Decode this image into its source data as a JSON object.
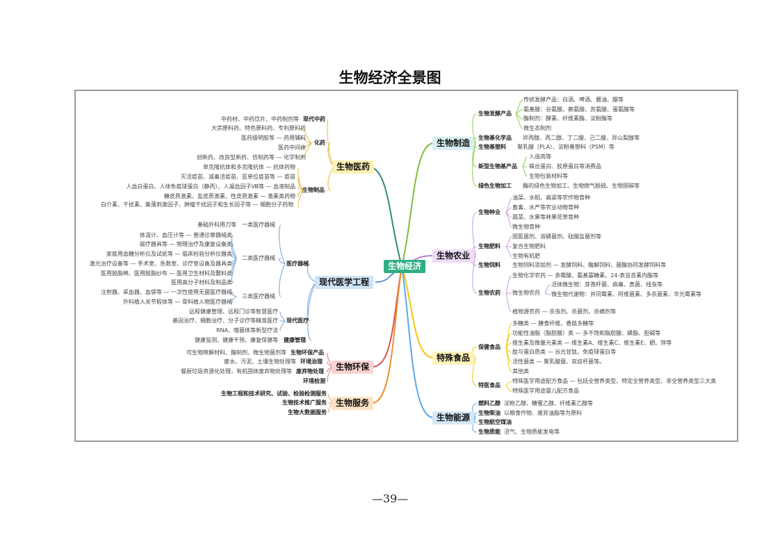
{
  "title": "生物经济全景图",
  "page_number": "—39—",
  "center": "生物经济",
  "branches": {
    "yiyao": "生物医药",
    "yixue": "现代医学工程",
    "huanbao": "生物环保",
    "fuwu": "生物服务",
    "zhizao": "生物制造",
    "nongye": "生物农业",
    "shipin": "特殊食品",
    "nengyuan": "生物能源"
  },
  "yiyao": {
    "xiandai_zhongyao": "现代中药",
    "zhongyao_items": "中药材、中药饮片、中药制剂等",
    "huayao": "化药",
    "huayao_items": [
      "大宗原料药、特色原料药、专利原料药",
      "医药级明胶等 — 药用辅料",
      "医药中间体",
      "创新药、改良型新药、仿制药等 — 化学制剂"
    ],
    "shengwu_zhipin": "生物制品",
    "zhipin_items": [
      "单克隆抗体和多克隆抗体 — 抗体药物",
      "灭活疫苗、减毒活疫苗、亚单位疫苗等 — 疫苗",
      "人血白蛋白、人体免疫球蛋白（静丙）、人凝血因子Ⅷ等 — 血液制品",
      "糖皮质激素、盐皮质激素、性皮质激素 — 激素类药物",
      "白介素、干扰素、集落刺激因子、肿瘤干扰因子和生长因子等 — 细胞分子药物"
    ]
  },
  "yixue": {
    "yiliao_qixie": "医疗器械",
    "class1": "一类医疗器械",
    "class1_item": "基础外科用刀等",
    "class2": "二类医疗器械",
    "class2_items": [
      "体温计、血压计等 — 普通诊察器械类",
      "磁疗器具等 — 物理治疗及康复设备类",
      "家庭用血糖分析仪及试纸等 — 临床检验分析仪器类",
      "激光治疗设备等 — 手术室、急救室、诊疗室设备及器具类",
      "医用脱脂棉、医用脱脂纱布 — 医用卫生材料及敷料类",
      "医用高分子材料及制品类"
    ],
    "class3": "三类医疗器械",
    "class3_items": [
      "注射器、采血器、血袋等 — 一次性使用无菌医疗器械",
      "外科植入关节假体等 — 骨科植入物医疗器械"
    ],
    "xiandai_yiliao": "现代医疗",
    "xiandai_items": [
      "远程健康管理、远程门诊等智慧医疗",
      "基因治疗、细胞治疗、分子诊疗等精准医疗",
      "RNA、噬菌体等新型疗法"
    ],
    "jiankang": "健康管理",
    "jiankang_item": "健康监测、健康干预、康复保健等"
  },
  "huanbao": {
    "items": [
      {
        "text": "可生物降解材料、酶制剂、微生物菌剂等",
        "label": "生物环保产品"
      },
      {
        "text": "废水、污泥、土壤生物处理等",
        "label": "环境治理"
      },
      {
        "text": "餐厨垃圾资源化处理，有机固体废弃物处理等",
        "label": "废弃物处理"
      },
      {
        "text": "",
        "label": "环境检测"
      }
    ]
  },
  "fuwu": {
    "items": [
      "生物工程和技术研究、试验、检验检测服务",
      "生物技术推广服务",
      "生物大数据服务"
    ]
  },
  "zhizao": {
    "fajiao": "生物发酵产品",
    "fajiao_items": [
      "传统发酵产品：白酒、啤酒、酱油、醋等",
      "氨基酸：谷氨酸、赖氨酸、苏氨酸、蛋氨酸等",
      "酶制剂：酵素、纤维素酶、淀粉酶等",
      "微生态制剂"
    ],
    "jihua": "生物基化学品",
    "jihua_item": "异丙醇、丙二醇、丁二酸、己二酸、异山梨醇等",
    "suliao": "生物基塑料",
    "suliao_item": "聚乳酸（PLA）、淀粉基塑料（PSM）等",
    "xinxing": "新型生物基产品",
    "xinxing_items": [
      "人造肉等",
      "蛛丝蛋白、胶原蛋白等消费品",
      "生物包装材料等"
    ],
    "lvse": "绿色生物加工",
    "lvse_item": "酶的绿色生物加工、生物燃气脱硫、生物固碳等"
  },
  "nongye": {
    "zhongye": "生物种业",
    "zhongye_items": [
      "油菜、水稻、高粱等农作物育种",
      "畜禽、水产等农业动物育种",
      "蔬菜、水果等林果花草育种",
      "微生物育种"
    ],
    "feiliao": "生物肥料",
    "feiliao_items": [
      "固氮菌剂、溶磷菌剂、硅酸盐菌剂等",
      "复合生物肥料",
      "生物有机肥"
    ],
    "siliao": "生物饲料",
    "siliao_item": "生物饲料添加剂 — 发酵饲料、酶解饲料、菌酶协同发酵饲料等",
    "nongyao": "生物农药",
    "nongyao_items": [
      "生物化学农药 — 赤霉酸、氨基寡糖素、24-表芸苔素内酯等",
      "微生物农药",
      "植物源农药 — 杀虫剂、杀菌剂、杀螨剂等"
    ],
    "weishengwu_items": [
      "活体微生物：芽孢杆菌、病毒、真菌、线虫等",
      "微生物代谢物：井冈霉素、阿维菌素、多杀菌素、华光霉素等"
    ]
  },
  "shipin": {
    "baojian": "保健食品",
    "baojian_items": [
      "多糖类 — 膳食纤维、香菇多糖等",
      "功能性油脂（脂肪酸）类 — 多不饱和脂肪酸、磷脂、胆碱等",
      "维生素及微量元素类 — 维生素A、维生素C、维生素E、硒、锌等",
      "肽与蛋白质类 — 谷光甘肽、免疫球蛋白等",
      "活性菌类 — 聚乳酸菌、双歧杆菌等。",
      "其他类"
    ],
    "teyi": "特医食品",
    "teyi_items": [
      "特殊医学用途配方食品 — 包括全营养类型、特定全营养类型、非全营养类型三大类",
      "特殊医学用途婴儿配方食品"
    ]
  },
  "nengyuan": {
    "items": [
      {
        "label": "燃料乙醇",
        "text": "淀粉乙醇、糖蜜乙醇、纤维素乙醇等"
      },
      {
        "label": "生物柴油",
        "text": "以粮食作物、废弃油脂等为原料"
      },
      {
        "label": "生物航空煤油",
        "text": ""
      },
      {
        "label": "生物质能",
        "text": "沼气、生物质能发电等"
      }
    ]
  },
  "colors": {
    "center": "#2fae84",
    "yiyao": "#fff2b3",
    "yixue": "#cfe4f7",
    "huanbao": "#fbd3d3",
    "fuwu": "#fde3c6",
    "zhizao": "#d8f0f4",
    "nongye": "#ecdcf6",
    "shipin": "#fff3b8",
    "nengyuan": "#d4e8fa"
  }
}
